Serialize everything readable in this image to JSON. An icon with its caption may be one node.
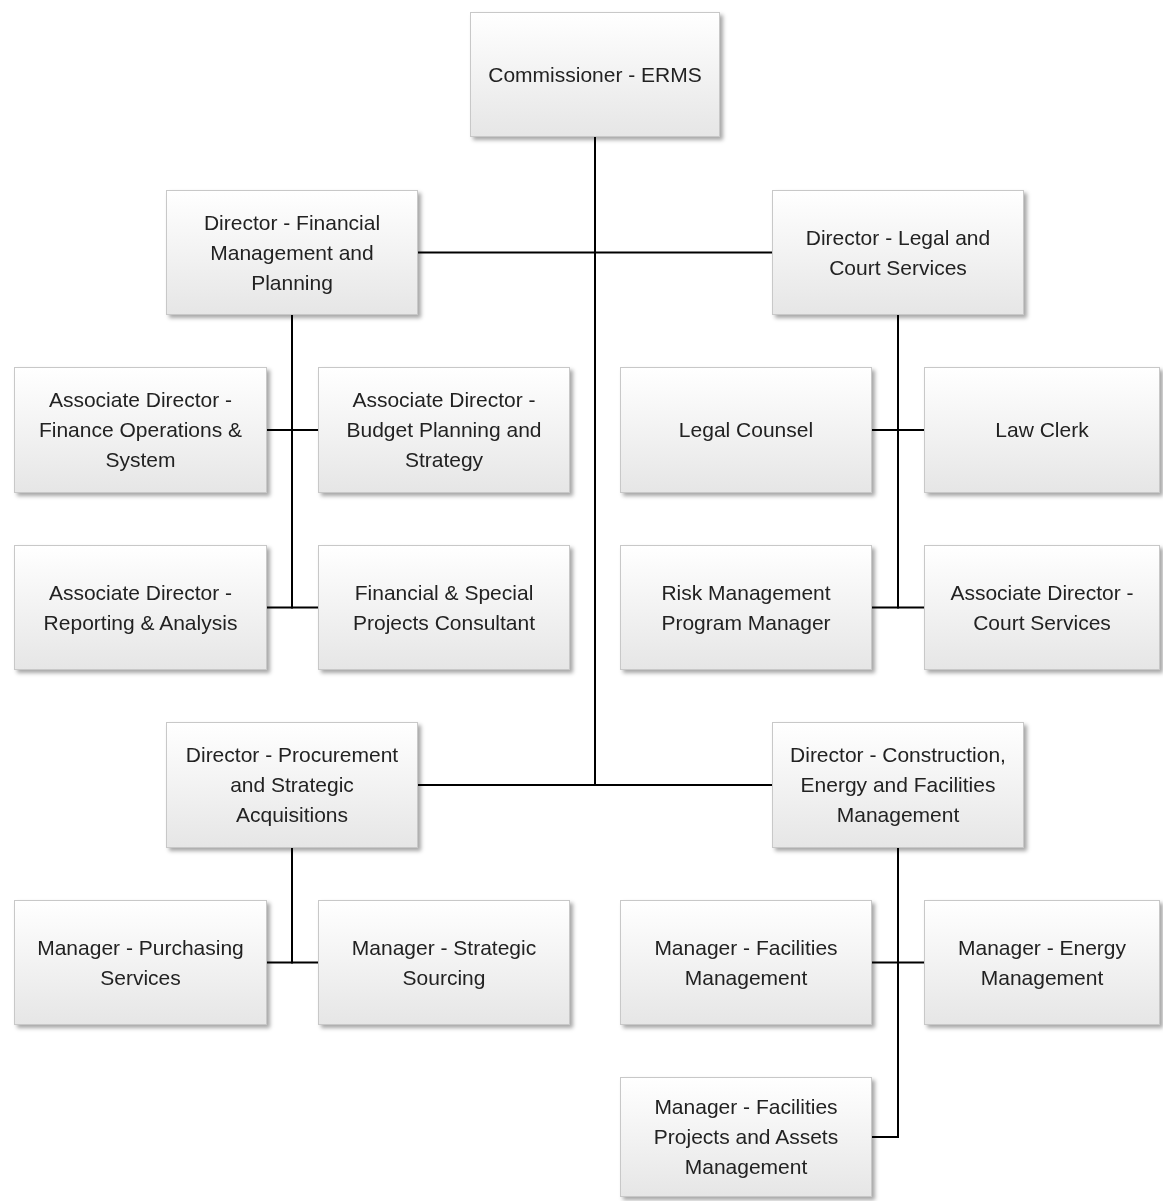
{
  "diagram": {
    "nodes": [
      {
        "text": [
          "Commissioner - ERMS"
        ]
      },
      {
        "text": [
          "Director - Financial Management and Planning"
        ]
      },
      {
        "text": [
          "Director - Legal and Court Services"
        ]
      },
      {
        "text": [
          "Associate Director - Finance Operations & System"
        ]
      },
      {
        "text": [
          "Associate Director - Budget Planning and Strategy"
        ]
      },
      {
        "text": [
          "Legal Counsel"
        ]
      },
      {
        "text": [
          "Law Clerk"
        ]
      },
      {
        "text": [
          "Associate Director - Reporting & Analysis"
        ]
      },
      {
        "text": [
          "Financial & Special Projects Consultant"
        ]
      },
      {
        "text": [
          "Risk Management Program Manager"
        ]
      },
      {
        "text": [
          "Associate Director - Court Services"
        ]
      },
      {
        "text": [
          "Director - Procurement and Strategic Acquisitions"
        ]
      },
      {
        "text": [
          "Director - Construction, Energy and Facilities Management"
        ]
      },
      {
        "text": [
          "Manager - Purchasing Services"
        ]
      },
      {
        "text": [
          "Manager - Strategic Sourcing"
        ]
      },
      {
        "text": [
          "Manager - Facilities Management"
        ]
      },
      {
        "text": [
          "Manager - Energy Management"
        ]
      },
      {
        "text": [
          "Manager - Facilities Projects and Assets Management"
        ]
      }
    ],
    "edges": [
      {
        "from": 0,
        "to": 1,
        "arrow": "none"
      },
      {
        "from": 0,
        "to": 2,
        "arrow": "none"
      },
      {
        "from": 0,
        "to": 11,
        "arrow": "none"
      },
      {
        "from": 0,
        "to": 12,
        "arrow": "none"
      },
      {
        "from": 1,
        "to": 3,
        "arrow": "none"
      },
      {
        "from": 1,
        "to": 4,
        "arrow": "none"
      },
      {
        "from": 1,
        "to": 7,
        "arrow": "none"
      },
      {
        "from": 1,
        "to": 8,
        "arrow": "none"
      },
      {
        "from": 2,
        "to": 5,
        "arrow": "none"
      },
      {
        "from": 2,
        "to": 6,
        "arrow": "none"
      },
      {
        "from": 2,
        "to": 9,
        "arrow": "none"
      },
      {
        "from": 2,
        "to": 10,
        "arrow": "none"
      },
      {
        "from": 11,
        "to": 13,
        "arrow": "none"
      },
      {
        "from": 11,
        "to": 14,
        "arrow": "none"
      },
      {
        "from": 12,
        "to": 15,
        "arrow": "none"
      },
      {
        "from": 12,
        "to": 16,
        "arrow": "none"
      },
      {
        "from": 12,
        "to": 17,
        "arrow": "none"
      }
    ]
  }
}
